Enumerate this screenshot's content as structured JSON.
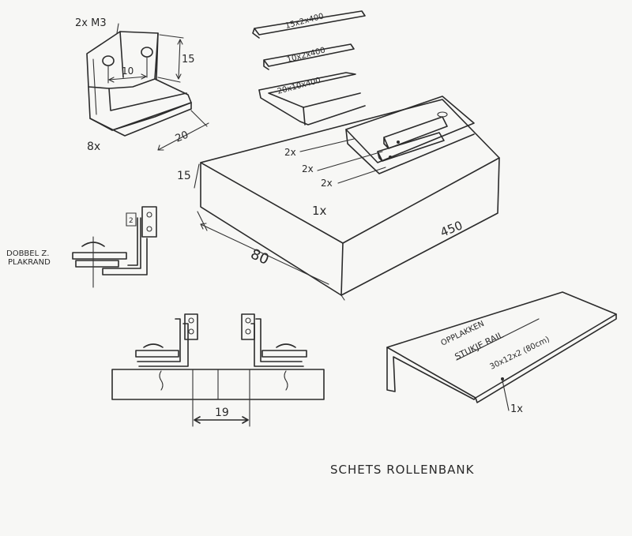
{
  "bracket": {
    "label_screws": "2x M3",
    "dim_hole_spacing": "10",
    "dim_height": "15",
    "dim_depth": "20",
    "quantity": "8x"
  },
  "strips": {
    "strip1": "15x2x400",
    "strip2": "10x2x400",
    "strip3": "20x10x400"
  },
  "base_block": {
    "dim_height": "15",
    "dim_width": "80",
    "dim_length": "450",
    "quantity": "1x",
    "layer_qty_1": "2x",
    "layer_qty_2": "2x",
    "layer_qty_3": "2x"
  },
  "detail": {
    "label_line1": "DOBBEL Z.",
    "label_line2": "PLAKRAND",
    "tag": "2"
  },
  "section": {
    "dim_gap": "19"
  },
  "rail": {
    "line1": "OPPLAKKEN",
    "line2": "STUKJE RAIL",
    "line3": "30x12x2 (80cm)",
    "quantity": "1x"
  },
  "caption": "SCHETS ROLLENBANK"
}
